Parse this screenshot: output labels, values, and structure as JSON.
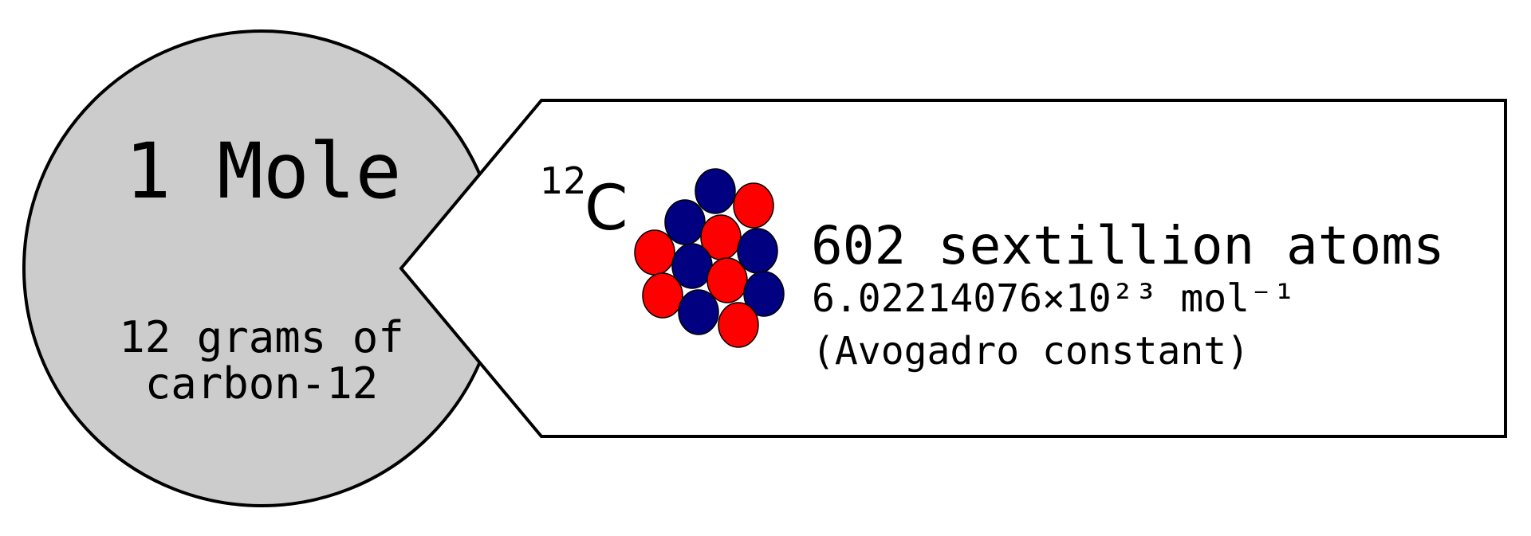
{
  "circle": {
    "title": "1 Mole",
    "caption_line1": "12 grams of",
    "caption_line2": "carbon-12",
    "fill_color": "#cccccc"
  },
  "callout": {
    "isotope_mass_number": "12",
    "isotope_symbol": "C",
    "headline": "602 sextillion atoms",
    "constant_value": "6.02214076×10²³ mol⁻¹",
    "constant_name": "(Avogadro constant)"
  },
  "nucleus": {
    "proton_color": "#ff0000",
    "neutron_color": "#000080",
    "proton_count": 6,
    "neutron_count": 6
  }
}
